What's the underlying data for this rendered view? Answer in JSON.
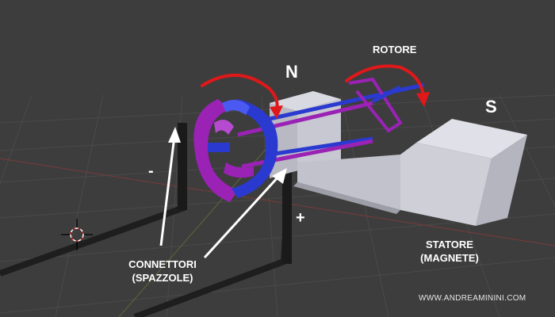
{
  "labels": {
    "north_pole": "N",
    "south_pole": "S",
    "rotor": "ROTORE",
    "connectors_line1": "CONNETTORI",
    "connectors_line2": "(SPAZZOLE)",
    "stator_line1": "STATORE",
    "stator_line2": "(MAGNETE)",
    "minus": "-",
    "plus": "+"
  },
  "credit": "WWW.ANDREAMININI.COM",
  "colors": {
    "background": "#3d3d3d",
    "grid": "#4a4a4a",
    "magnet": "#c8c8d2",
    "rotor_purple": "#9a22b5",
    "coil_blue": "#2a3ad0",
    "rotation_arrow": "#e0181a",
    "wire": "#1e1e1e",
    "pointer": "#ffffff"
  },
  "icons": {
    "cursor": "3d-cursor-icon",
    "arrows": "curved-arrow-icon"
  }
}
